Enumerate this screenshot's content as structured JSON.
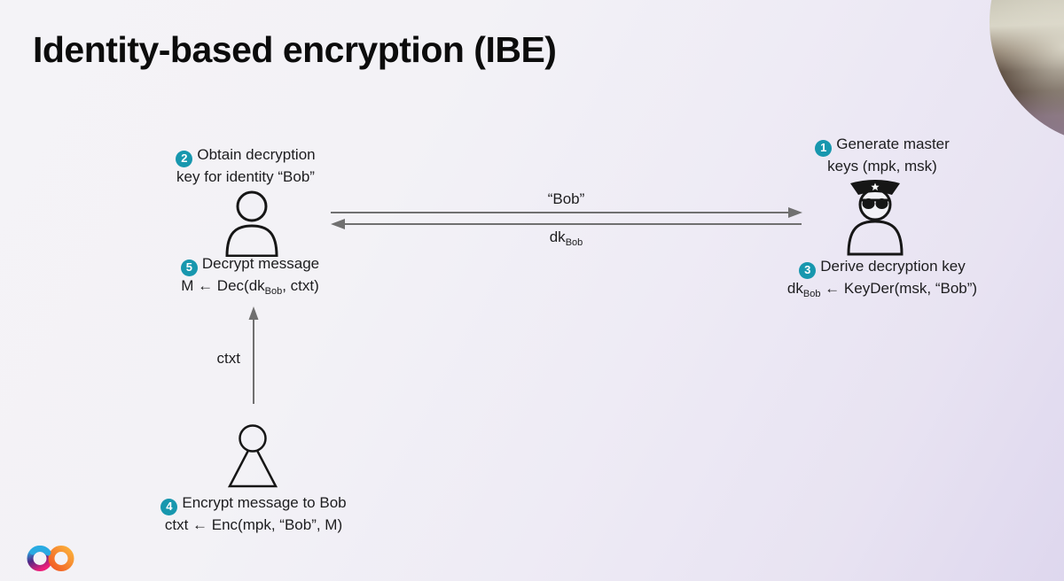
{
  "title": "Identity-based encryption (IBE)",
  "colors": {
    "badge_teal": "#1797ae",
    "arrow_gray": "#707070",
    "text": "#1d1d1f",
    "background_top_left": "#f4f3f7",
    "background_bottom_right": "#ded7ee"
  },
  "steps": {
    "step1": {
      "num": "1",
      "line1": "Generate master",
      "line2": "keys (mpk, msk)"
    },
    "step2": {
      "num": "2",
      "line1": "Obtain decryption",
      "line2": "key for identity “Bob”"
    },
    "step3": {
      "num": "3",
      "line1": "Derive decryption key",
      "formula": {
        "pre": "dk",
        "sub": "Bob",
        "post": " ← KeyDer(msk, “Bob”)"
      }
    },
    "step4": {
      "num": "4",
      "line1": "Encrypt message to Bob",
      "formula": "ctxt ← Enc(mpk, “Bob”, M)"
    },
    "step5": {
      "num": "5",
      "line1": "Decrypt message",
      "formula": {
        "pre": "M ← Dec(dk",
        "sub": "Bob",
        "post": ", ctxt)"
      }
    }
  },
  "channel": {
    "to_authority_label": "“Bob”",
    "from_authority": {
      "pre": "dk",
      "sub": "Bob"
    },
    "ciphertext_label": "ctxt"
  },
  "icons": {
    "receiver": "person-icon",
    "authority": "authority-officer-icon",
    "sender": "sender-person-icon",
    "logo": "infinity-logo",
    "webcam": "presenter-webcam-bubble"
  }
}
